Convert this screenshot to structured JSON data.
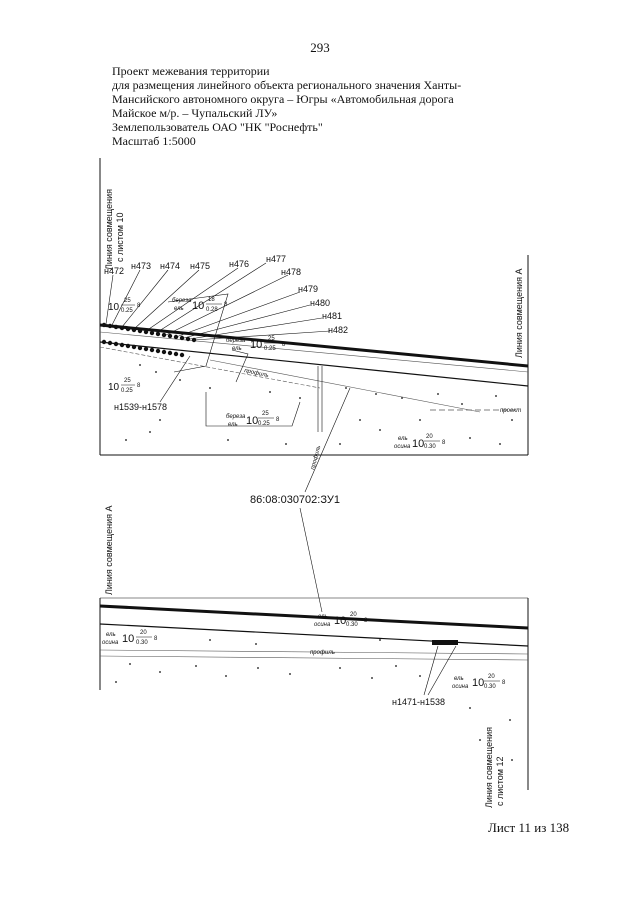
{
  "page": {
    "number": "293"
  },
  "header": {
    "line1": "Проект межевания территории",
    "line2": "для размещения линейного объекта регионального значения Ханты-",
    "line3": "Мансийского автономного округа – Югры  «Автомобильная дорога",
    "line4": "Майское м/р. – Чупальский ЛУ»",
    "line5": "Землепользователь ОАО \"НК \"Роснефть\"",
    "line6": "Масштаб 1:5000"
  },
  "top_panel": {
    "left_label_1": "Линия совмещения",
    "left_label_2": "с листом 10",
    "right_label": "Линия совмещения А",
    "points": [
      "н472",
      "н473",
      "н474",
      "н475",
      "н476",
      "н477",
      "н478",
      "н479",
      "н480",
      "н481",
      "н482"
    ],
    "range_label": "н1539-н1578",
    "forest_1": {
      "species_1": "береза",
      "species_2": "ель",
      "num": "10",
      "top": "18",
      "bottom": "0.28",
      "suffix": "8"
    },
    "forest_2": {
      "species_1": "береза",
      "species_2": "ель",
      "num": "10",
      "top": "25",
      "bottom": "0.25",
      "suffix": "8"
    },
    "forest_3": {
      "species_1": "береза",
      "species_2": "ель",
      "num": "10",
      "top": "25",
      "bottom": "0.25",
      "suffix": "8"
    },
    "forest_4": {
      "species_1": "ель",
      "species_2": "осина",
      "num": "10",
      "top": "20",
      "bottom": "0.30",
      "suffix": "8"
    },
    "forest_small_top": {
      "num": "10",
      "top": "25",
      "bottom": "0.25",
      "suffix": "8"
    },
    "forest_small_bottom": {
      "num": "10",
      "top": "25",
      "bottom": "0.25",
      "suffix": "8"
    },
    "road_label": "проект",
    "road_label_2": "профиль"
  },
  "parcel_label": "86:08:030702:ЗУ1",
  "bottom_panel": {
    "left_label": "Линия совмещения А",
    "right_label_1": "Линия совмещения",
    "right_label_2": "с листом 12",
    "range_label": "н1471-н1538",
    "forest_1": {
      "species_1": "ель",
      "species_2": "осина",
      "num": "10",
      "top": "20",
      "bottom": "0.30",
      "suffix": "8"
    },
    "forest_2": {
      "species_1": "ель",
      "species_2": "осина",
      "num": "10",
      "top": "20",
      "bottom": "0.30",
      "suffix": "8"
    },
    "forest_3": {
      "species_1": "ель",
      "species_2": "осина",
      "num": "10",
      "top": "20",
      "bottom": "0.30",
      "suffix": "8"
    },
    "road_label": "профиль"
  },
  "footer": {
    "sheet": "Лист 11 из 138"
  }
}
